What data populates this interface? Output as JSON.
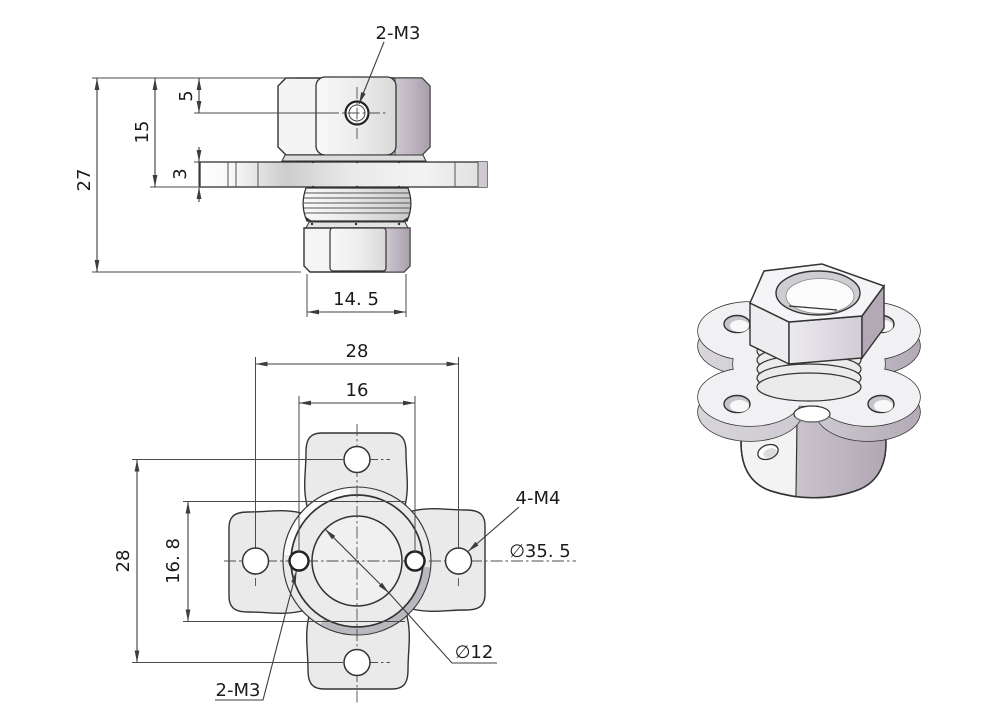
{
  "drawing": {
    "background": "#ffffff",
    "line_color": "#333333",
    "dim_color": "#3d3d3d",
    "dark_face_color": "#b2a9b4",
    "light_face_color": "#f1f0f3",
    "front_view": {
      "thread_label": "2-M3",
      "dim_total_height": "27",
      "dim_block_to_flange": "15",
      "dim_top_to_hole": "5",
      "dim_flange_thickness": "3",
      "dim_hub_width": "14. 5"
    },
    "plan_view": {
      "dim_hole_pitch_h": "28",
      "dim_thread_pitch": "16",
      "dim_hole_pitch_v": "28",
      "dim_waist_height": "16. 8",
      "mount_hole_label": "4-M4",
      "outer_dia_label": "∅35. 5",
      "bore_dia_label": "∅12",
      "thread_label": "2-M3"
    }
  }
}
